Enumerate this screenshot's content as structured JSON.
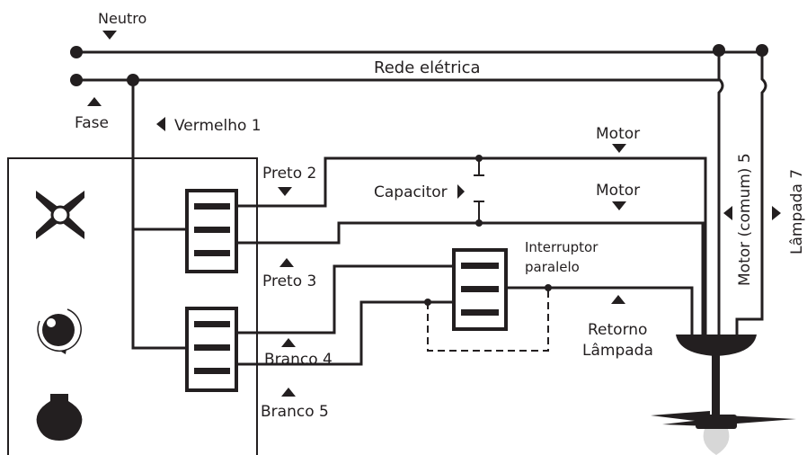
{
  "diagram": {
    "labels": {
      "neutro": "Neutro",
      "rede_eletrica": "Rede elétrica",
      "fase": "Fase",
      "vermelho1": "Vermelho 1",
      "preto2": "Preto 2",
      "preto3": "Preto 3",
      "branco4": "Branco 4",
      "branco5": "Branco 5",
      "capacitor": "Capacitor",
      "motor_top": "Motor",
      "motor_mid": "Motor",
      "interruptor_l1": "Interruptor",
      "interruptor_l2": "paralelo",
      "retorno_l1": "Retorno",
      "retorno_l2": "Lâmpada",
      "motor_comum": "Motor (comum) 5",
      "lampada7": "Lâmpada 7"
    },
    "icons": [
      "fan-icon",
      "dial-icon",
      "bulb-icon",
      "ceiling-fan-icon"
    ],
    "colors": {
      "ink": "#231f20",
      "lamp": "#d7d7d7"
    }
  }
}
